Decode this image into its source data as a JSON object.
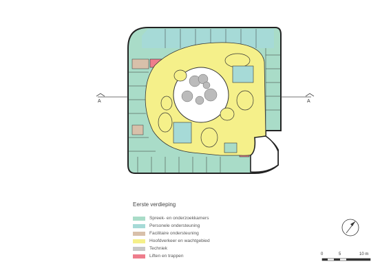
{
  "title": "Eerste verdieping",
  "section_markers": {
    "left": "A",
    "right": "A"
  },
  "legend": [
    {
      "label": "Spreek- en onderzoekkamers",
      "color": "#a9dcc8"
    },
    {
      "label": "Personele ondersteuning",
      "color": "#a6dad7"
    },
    {
      "label": "Facilitaire ondersteuning",
      "color": "#d8c0aa"
    },
    {
      "label": "Hoofdverkeer en wachtgebied",
      "color": "#f5f08a"
    },
    {
      "label": "Techniek",
      "color": "#c8c8c8"
    },
    {
      "label": "Liften en trappen",
      "color": "#ee7d8c"
    }
  ],
  "scale": {
    "labels": [
      "0",
      "5",
      "10 m"
    ]
  },
  "compass": {
    "icon": "north-arrow-icon"
  }
}
